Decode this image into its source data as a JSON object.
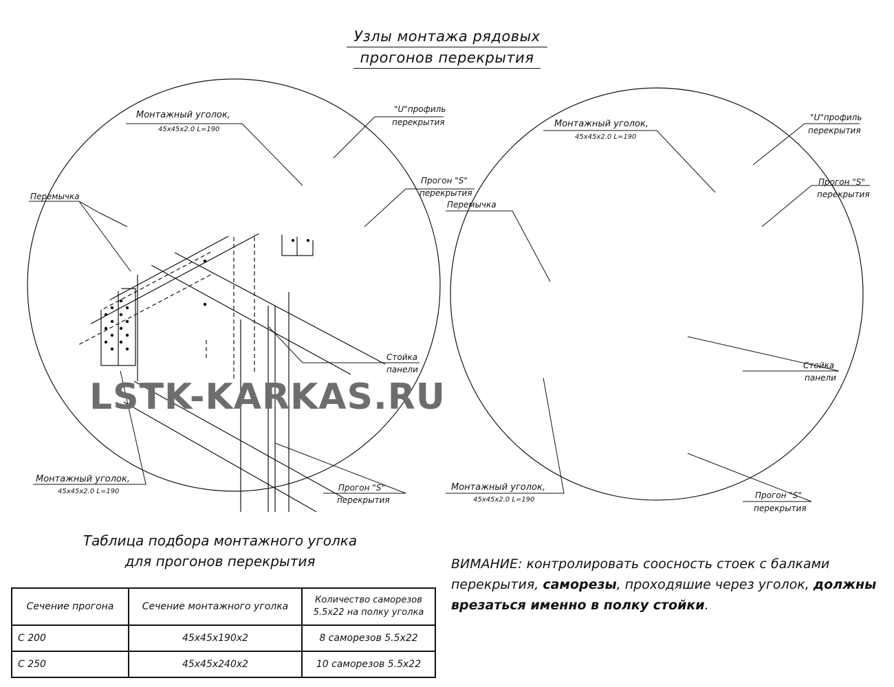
{
  "title": {
    "line1": "Узлы монтажа рядовых",
    "line2": "прогонов перекрытия"
  },
  "left_node": {
    "angle_top": {
      "name": "Монтажный уголок,",
      "spec": "45x45x2.0 L=190"
    },
    "u_profile": {
      "line1": "\"U\"профиль",
      "line2": "перекрытия"
    },
    "jumper": "Перемычка",
    "purlin_s_top": {
      "line1": "Прогон \"S\"",
      "line2": "перекрытия"
    },
    "post": {
      "line1": "Стойка",
      "line2": "панели"
    },
    "angle_bottom": {
      "name": "Монтажный уголок,",
      "spec": "45x45x2.0 L=190"
    },
    "purlin_s_bottom": {
      "line1": "Прогон \"S\"",
      "line2": "перекрытия"
    }
  },
  "right_node": {
    "angle_top": {
      "name": "Монтажный уголок,",
      "spec": "45x45x2.0 L=190"
    },
    "u_profile": {
      "line1": "\"U\"профиль",
      "line2": "перекрытия"
    },
    "jumper": "Перемычка",
    "purlin_s_top": {
      "line1": "Прогон \"S\"",
      "line2": "перекрытия"
    },
    "post": {
      "line1": "Стойка",
      "line2": "панели"
    },
    "angle_bottom": {
      "name": "Монтажный уголок,",
      "spec": "45x45x2.0 L=190"
    },
    "purlin_s_bottom": {
      "line1": "Прогон \"S\"",
      "line2": "перекрытия"
    }
  },
  "watermark": "LSTK-KARKAS.RU",
  "table": {
    "title_line1": "Таблица подбора монтажного уголка",
    "title_line2": "для прогонов перекрытия",
    "headers": [
      "Сечение прогона",
      "Сечение монтажного уголка",
      "Количество саморезов 5.5x22 на полку уголка"
    ],
    "header_line1": "Количество саморезов",
    "header_line2": "5.5x22 на   полку уголка",
    "rows": [
      [
        "С 200",
        "45x45x190x2",
        "8 саморезов 5.5x22"
      ],
      [
        "С 250",
        "45x45x240x2",
        "10 саморезов 5.5x22"
      ]
    ]
  },
  "warning": {
    "p1": "ВИМАНИЕ: контролировать соосность стоек с балками перекрытия, ",
    "b1": "саморезы",
    "p2": ", проходяшие через уголок, ",
    "b2": "должны врезаться именно в полку стойки",
    "p3": "."
  },
  "colors": {
    "ink": "#111111",
    "watermark": "#6d6d6d"
  }
}
